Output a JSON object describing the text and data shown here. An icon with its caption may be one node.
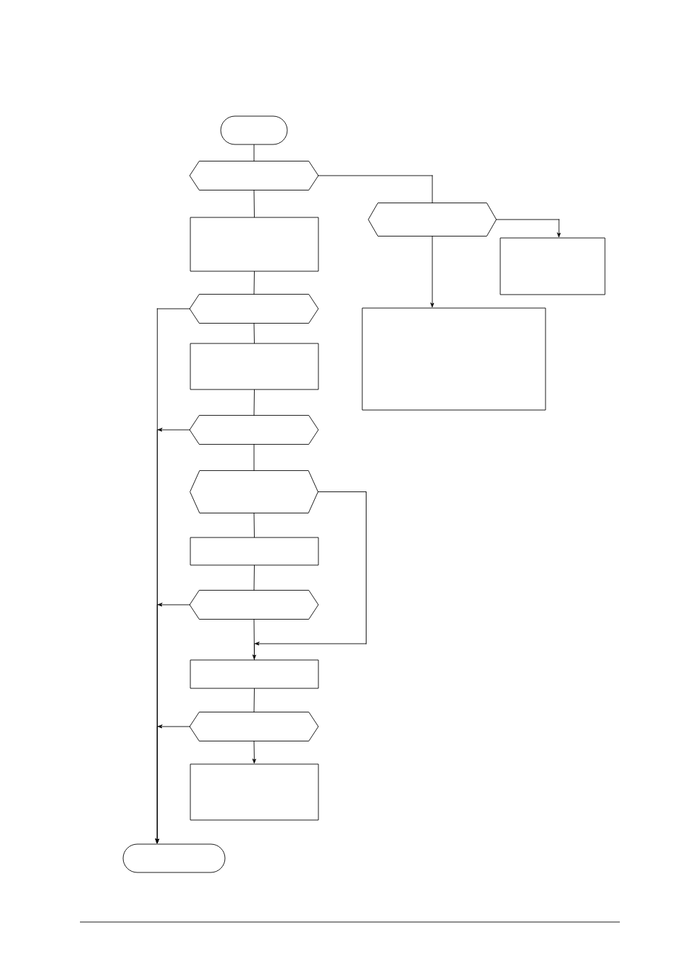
{
  "diagram": {
    "nodes": [
      {
        "text": [],
        "shape": "stadium"
      },
      {
        "text": [],
        "shape": "hexagon"
      },
      {
        "text": [],
        "shape": "hexagon"
      },
      {
        "text": [],
        "shape": "box"
      },
      {
        "text": [],
        "shape": "box"
      },
      {
        "text": [],
        "shape": "hexagon"
      },
      {
        "text": [],
        "shape": "box"
      },
      {
        "text": [],
        "shape": "box"
      },
      {
        "text": [],
        "shape": "hexagon"
      },
      {
        "text": [],
        "shape": "hexagon"
      },
      {
        "text": [],
        "shape": "box"
      },
      {
        "text": [],
        "shape": "hexagon"
      },
      {
        "text": [],
        "shape": "box"
      },
      {
        "text": [],
        "shape": "hexagon"
      },
      {
        "text": [],
        "shape": "box"
      },
      {
        "text": [],
        "shape": "stadium"
      }
    ],
    "edges": [
      {
        "from": 0,
        "to": 1,
        "arrow": "none"
      },
      {
        "from": 1,
        "to": 2,
        "arrow": "none"
      },
      {
        "from": 1,
        "to": 3,
        "arrow": "none"
      },
      {
        "from": 2,
        "to": 4,
        "arrow": "to"
      },
      {
        "from": 2,
        "to": 6,
        "arrow": "to"
      },
      {
        "from": 3,
        "to": 5,
        "arrow": "none"
      },
      {
        "from": 5,
        "to": 15,
        "arrow": "to"
      },
      {
        "from": 5,
        "to": 7,
        "arrow": "none"
      },
      {
        "from": 7,
        "to": 8,
        "arrow": "none"
      },
      {
        "from": 8,
        "to": 15,
        "arrow": "to"
      },
      {
        "from": 8,
        "to": 9,
        "arrow": "none"
      },
      {
        "from": 9,
        "to": 10,
        "arrow": "none"
      },
      {
        "from": 9,
        "to": 12,
        "arrow": "to"
      },
      {
        "from": 10,
        "to": 11,
        "arrow": "none"
      },
      {
        "from": 11,
        "to": 12,
        "arrow": "none"
      },
      {
        "from": 11,
        "to": 15,
        "arrow": "to"
      },
      {
        "from": 12,
        "to": 13,
        "arrow": "none"
      },
      {
        "from": 13,
        "to": 15,
        "arrow": "to"
      },
      {
        "from": 13,
        "to": 14,
        "arrow": "to"
      }
    ]
  }
}
